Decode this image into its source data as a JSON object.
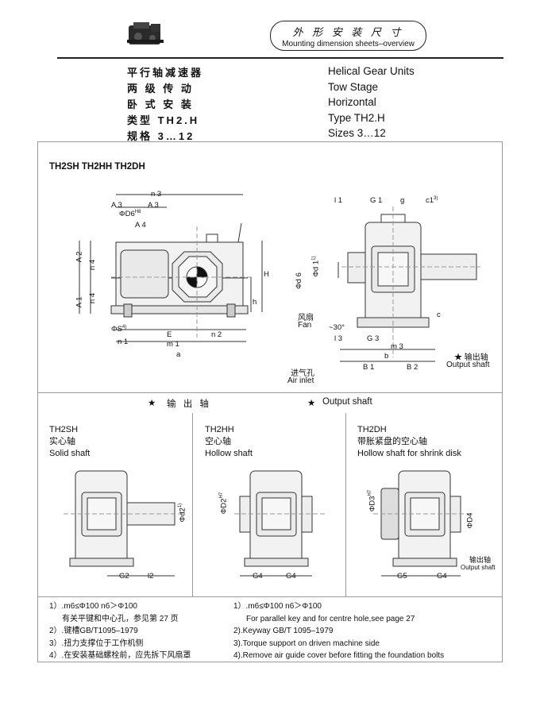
{
  "header": {
    "title_cn": "外 形 安 装 尺 寸",
    "title_en": "Mounting dimension sheets–overview"
  },
  "specs_cn": [
    "平行轴减速器",
    "两 级 传 动",
    "卧 式 安 装",
    "类型 TH2.H",
    "规格 3…12"
  ],
  "specs_en": [
    "Helical Gear Units",
    "Tow Stage",
    "Horizontal",
    "Type TH2.H",
    "Sizes 3…12"
  ],
  "main": {
    "types_label": "TH2SH  TH2HH  TH2DH",
    "front_dims": {
      "A3a": "A 3",
      "A3b": "A 3",
      "n3": "n 3",
      "D6": "ΦD6",
      "D6sup": "H8",
      "A4": "A 4",
      "A2": "A 2",
      "n4a": "n 4",
      "n4b": "n 4",
      "A1": "A 1",
      "H": "H",
      "h": "h",
      "S": "ΦS",
      "Ssup": "4)",
      "n1": "n 1",
      "E": "E",
      "n2": "n 2",
      "m1": "m 1",
      "a": "a"
    },
    "side_dims": {
      "l1": "l 1",
      "G1": "G 1",
      "g": "g",
      "c1": "c1",
      "c1sup": "3)",
      "d1": "Φd 1",
      "d1sup": "1)",
      "d6": "Φd 6",
      "c": "c",
      "l3": "l 3",
      "G3": "G 3",
      "m3": "m 3",
      "b": "b",
      "B1": "B 1",
      "B2": "B 2",
      "angle": "~30°"
    },
    "fan_cn": "风扇",
    "fan_en": "Fan",
    "air_cn": "进气孔",
    "air_en": "Air inlet",
    "out_cn": "★ 输出轴",
    "out_en": "Output shaft"
  },
  "output_row": {
    "star1": "★",
    "cn": "输 出 轴",
    "star2": "★",
    "en": "Output shaft"
  },
  "variants": [
    {
      "code": "TH2SH",
      "cn": "实心轴",
      "en": "Solid shaft",
      "d": "Φd2",
      "dsup": "1)",
      "g1": "G2",
      "g2": "l2"
    },
    {
      "code": "TH2HH",
      "cn": "空心轴",
      "en": "Hollow shaft",
      "d": "ΦD2",
      "dsup": "H7",
      "g1": "G4",
      "g2": "G4"
    },
    {
      "code": "TH2DH",
      "cn": "带胀紧盘的空心轴",
      "en": "Hollow shaft for shrink disk",
      "d": "ΦD3",
      "dsup": "H7",
      "d4": "ΦD4",
      "g1": "G5",
      "g2": "G4",
      "out_cn": "输出轴",
      "out_en": "Output shaft"
    }
  ],
  "notes_cn": [
    "1）.m6≤Φ100   n6＞Φ100",
    "有关平键和中心孔，参见第 27 页",
    "2）.键槽GB/T1095–1979",
    "3）.扭力支撑位于工作机侧",
    "4）.在安装基础螺栓前，应先拆下风扇罩"
  ],
  "notes_en": [
    "1）.m6≤Φ100   n6＞Φ100",
    "For parallel key and for centre hole,see page 27",
    "2).Keyway GB/T 1095–1979",
    "3).Torque support on driven machine side",
    "4).Remove air guide cover before fitting the foundation bolts"
  ]
}
